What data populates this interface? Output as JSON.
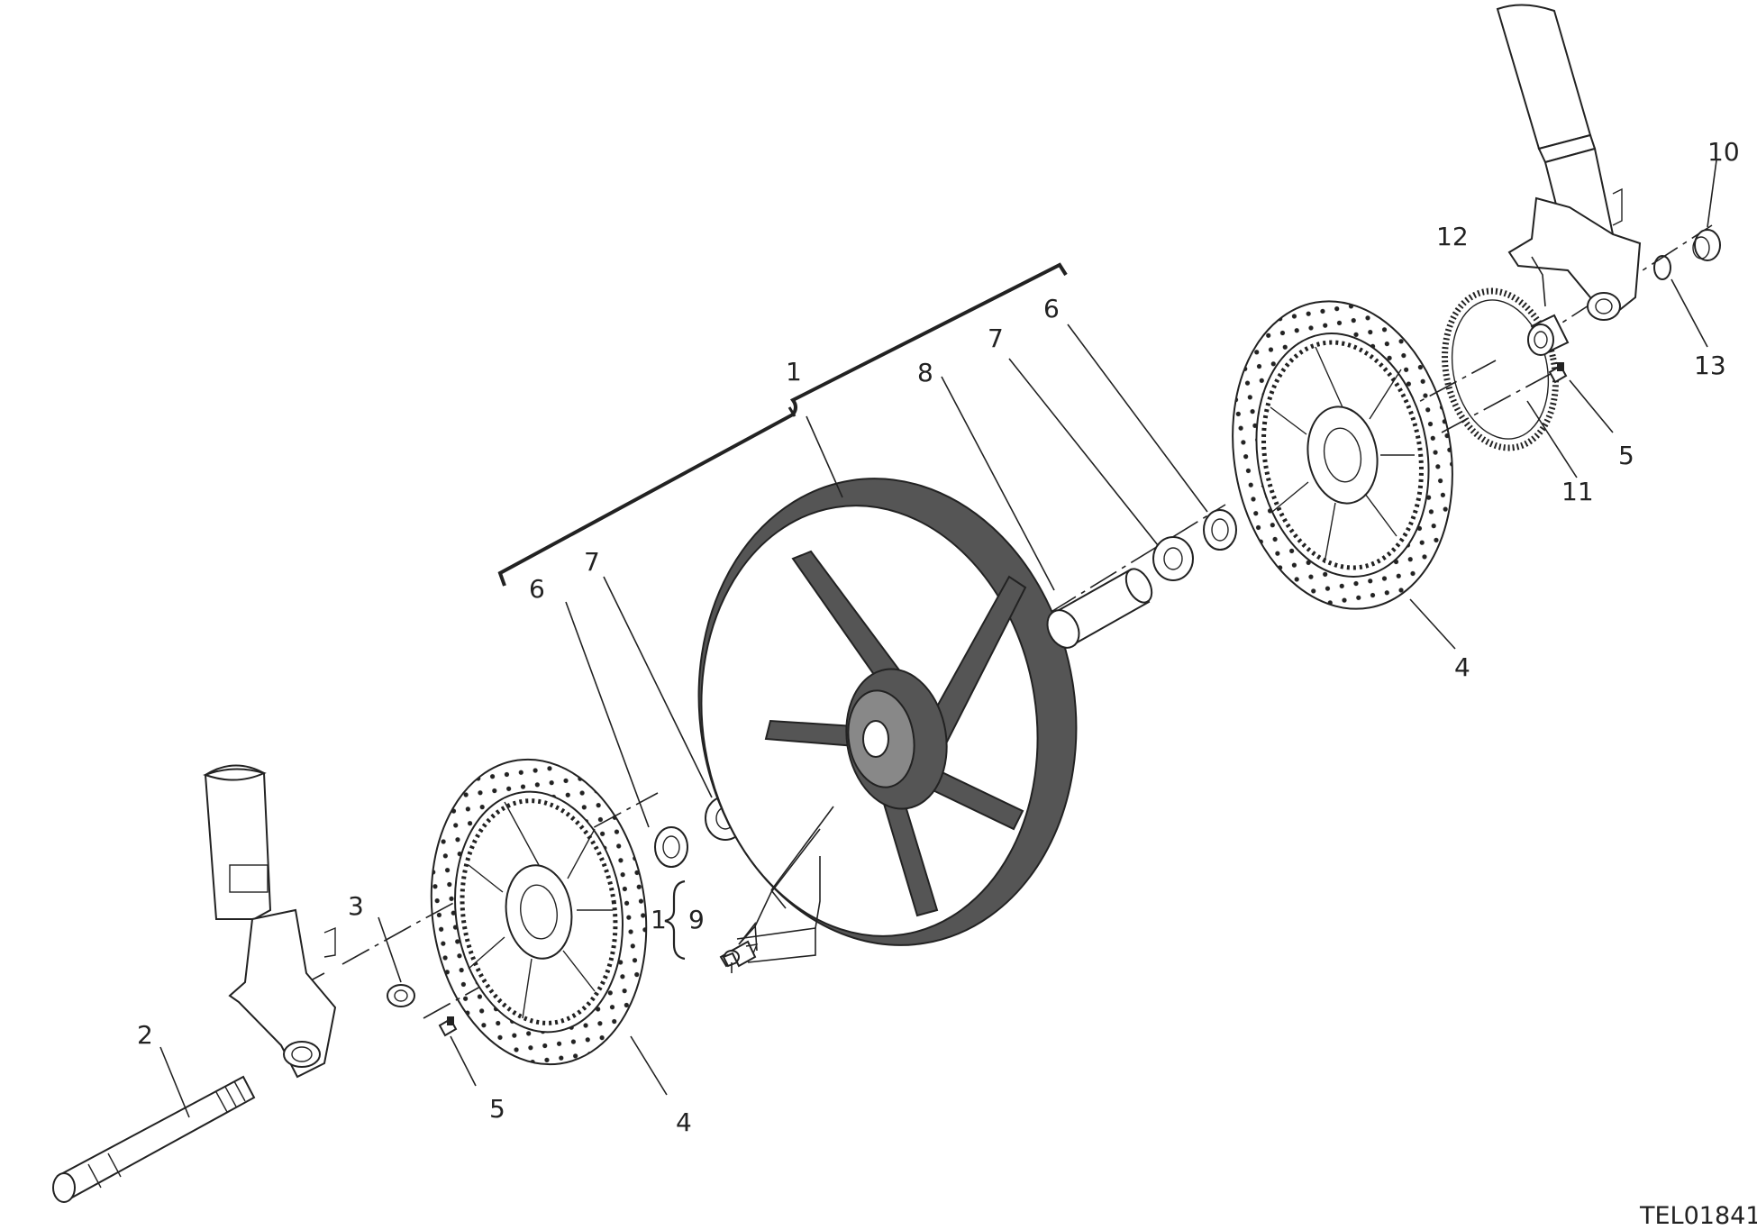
{
  "drawing_code": "TEL01841",
  "callouts": [
    {
      "id": "c1-top",
      "label": "1"
    },
    {
      "id": "c1-group",
      "label": "1"
    },
    {
      "id": "c2",
      "label": "2"
    },
    {
      "id": "c3",
      "label": "3"
    },
    {
      "id": "c4-left",
      "label": "4"
    },
    {
      "id": "c4-right",
      "label": "4"
    },
    {
      "id": "c5-left",
      "label": "5"
    },
    {
      "id": "c5-right",
      "label": "5"
    },
    {
      "id": "c6-left",
      "label": "6"
    },
    {
      "id": "c6-right",
      "label": "6"
    },
    {
      "id": "c7-left",
      "label": "7"
    },
    {
      "id": "c7-right",
      "label": "7"
    },
    {
      "id": "c8",
      "label": "8"
    },
    {
      "id": "c9",
      "label": "9"
    },
    {
      "id": "c10",
      "label": "10"
    },
    {
      "id": "c11",
      "label": "11"
    },
    {
      "id": "c12",
      "label": "12"
    },
    {
      "id": "c13",
      "label": "13"
    }
  ]
}
